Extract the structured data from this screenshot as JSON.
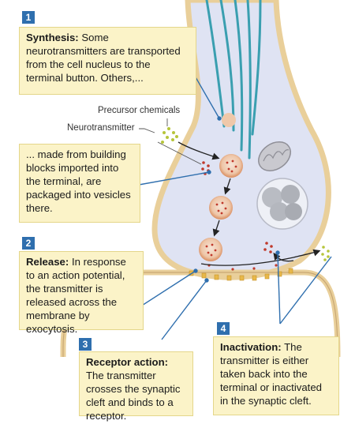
{
  "labels": {
    "precursor": "Precursor chemicals",
    "neurotransmitter": "Neurotransmitter"
  },
  "steps": [
    {
      "number": "1",
      "lead": "Synthesis:",
      "text": "Some neurotransmitters are transported from the cell nucleus to the terminal button. Others,..."
    },
    {
      "number": "",
      "lead": "",
      "text": "... made from building blocks imported into the terminal, are packaged into vesicles there."
    },
    {
      "number": "2",
      "lead": "Release:",
      "text": "In response to an action potential, the transmitter is released across the membrane by exocytosis."
    },
    {
      "number": "3",
      "lead": "Receptor action:",
      "text": "The transmitter crosses the synaptic cleft and binds to a receptor."
    },
    {
      "number": "4",
      "lead": "Inactivation:",
      "text": "The transmitter is either taken back into the terminal or inactivated in the synaptic cleft."
    }
  ],
  "colors": {
    "terminal_fill": "#dfe3f3",
    "membrane": "#e9cf9a",
    "box_fill": "#fbf3c8",
    "tag_fill": "#2f6fae",
    "microtubule": "#3a9fb0",
    "vesicle": "#e2a77c"
  }
}
